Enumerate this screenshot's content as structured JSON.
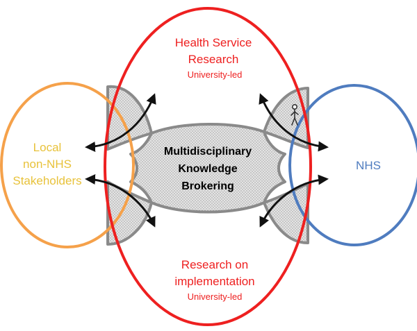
{
  "colors": {
    "research": "#ee2020",
    "local": "#f5a14a",
    "local_text": "#e8c23a",
    "nhs": "#4f7cbf",
    "overlap_border": "#8a8a8a",
    "overlap_fill": "#e2e2e2",
    "arrow": "#111111"
  },
  "top": {
    "title_line1": "Health Service",
    "title_line2": "Research",
    "subtitle": "University-led"
  },
  "bottom": {
    "title_line1": "Research on",
    "title_line2": "implementation",
    "subtitle": "University-led"
  },
  "left": {
    "line1": "Local",
    "line2": "non-NHS",
    "line3": "Stakeholders"
  },
  "right": {
    "label": "NHS"
  },
  "center": {
    "line1": "Multidisciplinary",
    "line2": "Knowledge",
    "line3": "Brokering"
  },
  "icons": {
    "person": "walking-person-icon",
    "arrows": "curved-double-arrow-icon"
  }
}
